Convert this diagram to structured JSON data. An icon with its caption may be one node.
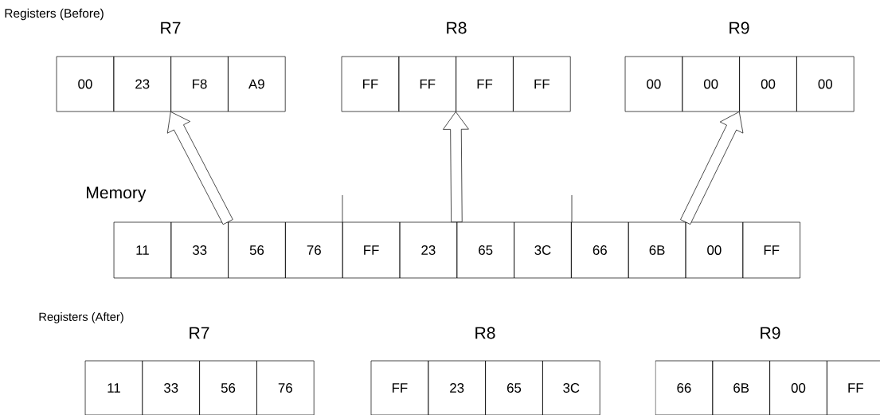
{
  "diagram": {
    "nodes": [
      {
        "text": [
          "00"
        ]
      },
      {
        "text": [
          "23"
        ]
      },
      {
        "text": [
          "F8"
        ]
      },
      {
        "text": [
          "A9"
        ]
      },
      {
        "text": [
          "FF"
        ]
      },
      {
        "text": [
          "FF"
        ]
      },
      {
        "text": [
          "FF"
        ]
      },
      {
        "text": [
          "FF"
        ]
      },
      {
        "text": [
          "00"
        ]
      },
      {
        "text": [
          "00"
        ]
      },
      {
        "text": [
          "00"
        ]
      },
      {
        "text": [
          "00"
        ]
      },
      {
        "text": [
          "11"
        ]
      },
      {
        "text": [
          "33"
        ]
      },
      {
        "text": [
          "56"
        ]
      },
      {
        "text": [
          "76"
        ]
      },
      {
        "text": [
          "FF"
        ]
      },
      {
        "text": [
          "23"
        ]
      },
      {
        "text": [
          "65"
        ]
      },
      {
        "text": [
          "3C"
        ]
      },
      {
        "text": [
          "66"
        ]
      },
      {
        "text": [
          "6B"
        ]
      },
      {
        "text": [
          "00"
        ]
      },
      {
        "text": [
          "FF"
        ]
      },
      {
        "text": [
          "11"
        ]
      },
      {
        "text": [
          "33"
        ]
      },
      {
        "text": [
          "56"
        ]
      },
      {
        "text": [
          "76"
        ]
      },
      {
        "text": [
          "FF"
        ]
      },
      {
        "text": [
          "23"
        ]
      },
      {
        "text": [
          "65"
        ]
      },
      {
        "text": [
          "3C"
        ]
      },
      {
        "text": [
          "66"
        ]
      },
      {
        "text": [
          "6B"
        ]
      },
      {
        "text": [
          "00"
        ]
      },
      {
        "text": [
          "FF"
        ]
      }
    ],
    "edges": [
      {
        "from": 14,
        "to": 2,
        "arrow": "to"
      },
      {
        "from": 18,
        "to": 6,
        "arrow": "to"
      },
      {
        "from": 22,
        "to": 10,
        "arrow": "to"
      }
    ],
    "labels": [
      "Registers (Before)",
      "R7",
      "R8",
      "R9",
      "Memory",
      "Registers (After)",
      "R7",
      "R8",
      "R9"
    ]
  }
}
